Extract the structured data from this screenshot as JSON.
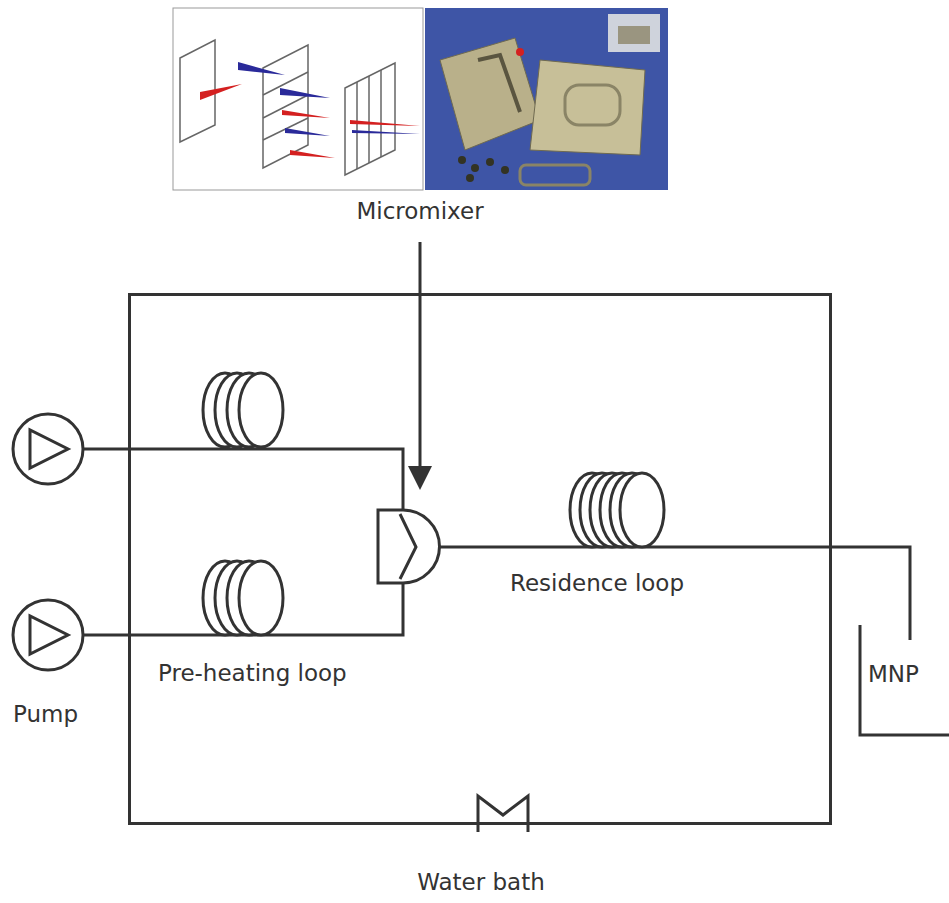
{
  "diagram": {
    "nodes": [
      {
        "text": [
          "Water bath"
        ]
      }
    ],
    "labels": [
      "Micromixer",
      "Pre-heating loop",
      "Residence loop",
      "MNP",
      "Pump"
    ]
  }
}
